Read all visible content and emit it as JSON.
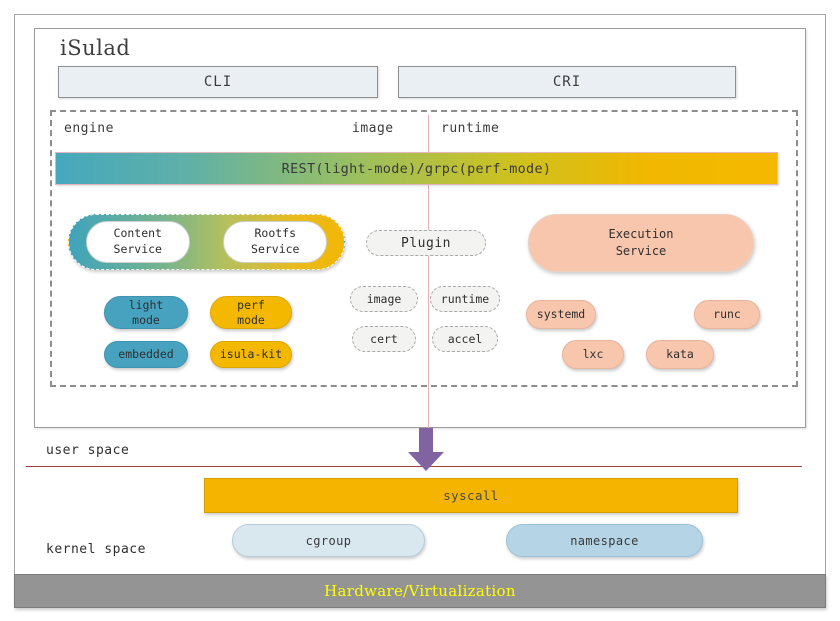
{
  "diagram": {
    "title": "iSulad",
    "interfaces": [
      {
        "id": "cli",
        "label": "CLI"
      },
      {
        "id": "cri",
        "label": "CRI"
      }
    ],
    "column_labels": {
      "engine": "engine",
      "image": "image",
      "runtime": "runtime"
    },
    "rest_bar": {
      "label": "REST(light-mode)/grpc(perf-mode)",
      "gradient_start": "#45a8bd",
      "gradient_end": "#f5b800"
    },
    "service_capsule": {
      "items": [
        {
          "line1": "Content",
          "line2": "Service"
        },
        {
          "line1": "Rootfs",
          "line2": "Service"
        }
      ]
    },
    "mode_pills": [
      {
        "line1": "light",
        "line2": "mode",
        "color": "#47a2c0"
      },
      {
        "line1": "perf",
        "line2": "mode",
        "color": "#f5b800"
      },
      {
        "line1": "embedded",
        "line2": "",
        "color": "#47a2c0"
      },
      {
        "line1": "isula-kit",
        "line2": "",
        "color": "#f5b800"
      }
    ],
    "plugin": {
      "main": "Plugin",
      "items": [
        "image",
        "runtime",
        "cert",
        "accel"
      ]
    },
    "execution_service": {
      "line1": "Execution",
      "line2": "Service",
      "color": "#f8c6ac",
      "runtimes": [
        "systemd",
        "runc",
        "lxc",
        "kata"
      ]
    },
    "spaces": {
      "user": "user space",
      "kernel": "kernel space",
      "divider_color": "#9e3f3f"
    },
    "arrow": {
      "name": "down-arrow",
      "color": "#8064a2"
    },
    "syscall": {
      "label": "syscall",
      "color": "#f5b400"
    },
    "kernel_components": [
      {
        "label": "cgroup",
        "color": "#d9e7ef"
      },
      {
        "label": "namespace",
        "color": "#b5d5e6"
      }
    ],
    "hardware": {
      "label": "Hardware/Virtualization",
      "background": "#949494",
      "text_color": "#ffff00"
    }
  }
}
